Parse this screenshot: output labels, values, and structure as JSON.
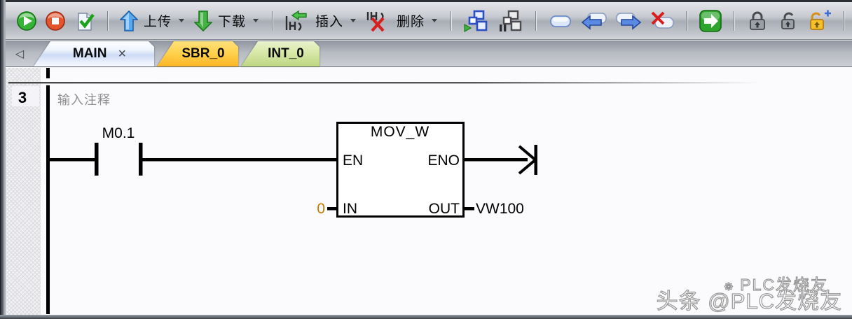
{
  "toolbar": {
    "upload": "上传",
    "download": "下载",
    "insert": "插入",
    "delete": "删除"
  },
  "tabs": {
    "scroll_left": "◁",
    "main": "MAIN",
    "close": "×",
    "sbr0": "SBR_0",
    "int0": "INT_0"
  },
  "network": {
    "number": "3",
    "comment": "输入注释",
    "contact": "M0.1",
    "box_title": "MOV_W",
    "pin_en": "EN",
    "pin_eno": "ENO",
    "pin_in": "IN",
    "pin_out": "OUT",
    "in_value": "0",
    "out_operand": "VW100"
  },
  "watermark": {
    "logo": "❋",
    "small": "PLC发烧友",
    "large": "头条 @PLC发烧友"
  },
  "colors": {
    "in_value_orange": "#c17a00",
    "rail_black": "#000000",
    "comment_gray": "#8e8e8e",
    "tab_main_blue": "#ccdbf6",
    "tab_sbr_orange": "#ffd24e",
    "tab_int_green": "#d8e8a9"
  }
}
